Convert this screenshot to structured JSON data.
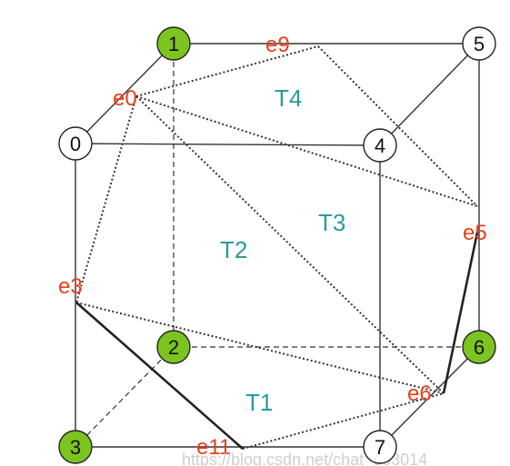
{
  "colors": {
    "active_vertex": "#7cc41f",
    "inactive_vertex": "#ffffff",
    "vertex_stroke": "#222222",
    "edge_label": "#e8401c",
    "triangle_label": "#2a9aa0",
    "cube_line": "#333333",
    "triangle_line": "#333333"
  },
  "vertices": [
    {
      "id": "0",
      "label": "0",
      "active": false
    },
    {
      "id": "1",
      "label": "1",
      "active": true
    },
    {
      "id": "2",
      "label": "2",
      "active": true
    },
    {
      "id": "3",
      "label": "3",
      "active": true
    },
    {
      "id": "4",
      "label": "4",
      "active": false
    },
    {
      "id": "5",
      "label": "5",
      "active": false
    },
    {
      "id": "6",
      "label": "6",
      "active": true
    },
    {
      "id": "7",
      "label": "7",
      "active": false
    }
  ],
  "edge_points": [
    {
      "id": "e0",
      "label": "e0"
    },
    {
      "id": "e3",
      "label": "e3"
    },
    {
      "id": "e5",
      "label": "e5"
    },
    {
      "id": "e6",
      "label": "e6"
    },
    {
      "id": "e9",
      "label": "e9"
    },
    {
      "id": "e11",
      "label": "e11"
    }
  ],
  "triangles": [
    {
      "id": "T1",
      "label": "T1"
    },
    {
      "id": "T2",
      "label": "T2"
    },
    {
      "id": "T3",
      "label": "T3"
    },
    {
      "id": "T4",
      "label": "T4"
    }
  ],
  "watermark": "https://blog.csdn.net/chat_363014"
}
